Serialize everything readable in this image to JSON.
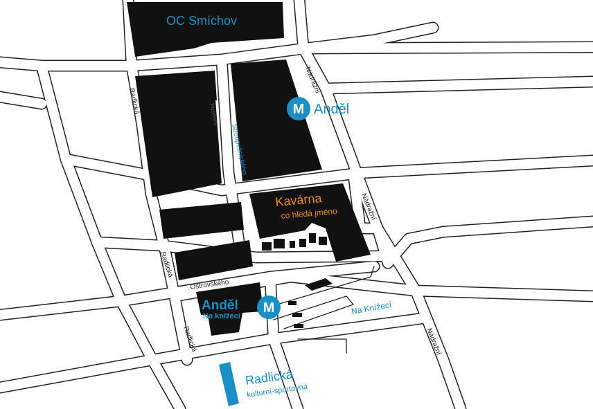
{
  "colors": {
    "building": "#111111",
    "street_fill": "#ffffff",
    "street_edge": "#222222",
    "metro": "#1a8fc6",
    "cafe": "#f28c1e",
    "street_label": "#222222"
  },
  "landmarks": {
    "mall": "OC Smíchov",
    "metro_andel": "Anděl",
    "cafe_title": "Kavárna",
    "cafe_subtitle": "co hledá jméno",
    "metro_knizeci_title": "Anděl",
    "metro_knizeci_subtitle": "Na knížecí",
    "bus_station": "Na Knížecí",
    "culture_title": "Radlická",
    "culture_subtitle": "kulturní-sportovna"
  },
  "metro_symbol": "M",
  "streets": {
    "nadrazni_1": "Nádražní",
    "nadrazni_2": "Nádražní",
    "nadrazni_3": "Nádražní",
    "radlicka_1": "Radlická",
    "radlicka_2": "Radlická",
    "radlicka_3": "Radlická",
    "stroupeznickeho": "Stroupežnického",
    "ostrovskeho": "Ostrovského",
    "plzenska": "Plzeňská"
  },
  "icons": {
    "metro_andel": "metro-icon",
    "metro_knizeci": "metro-icon",
    "culture_venue": "venue-marker-icon"
  }
}
